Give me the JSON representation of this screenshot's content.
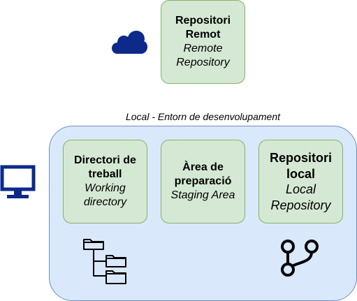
{
  "colors": {
    "node_fill": "#d5e8d4",
    "node_border": "#82b366",
    "container_fill": "#dae8fc",
    "container_border": "#6c8ebf",
    "icon_blue": "#0d2a8a",
    "icon_black": "#000000"
  },
  "icons": {
    "cloud": "cloud-icon",
    "monitor": "monitor-icon",
    "folder_tree": "folder-tree-icon",
    "git_branch": "git-branch-icon"
  },
  "remote": {
    "title": "Repositori\nRemot",
    "subtitle": "Remote\nRepository"
  },
  "local_env": {
    "label": "Local - Entorn de desenvolupament"
  },
  "working_directory": {
    "title": "Directori de\ntreball",
    "subtitle": "Working\ndirectory"
  },
  "staging": {
    "title": "Àrea de\npreparació",
    "subtitle": "Staging Area"
  },
  "local_repository": {
    "title": "Repositori\nlocal",
    "subtitle": "Local\nRepository"
  }
}
